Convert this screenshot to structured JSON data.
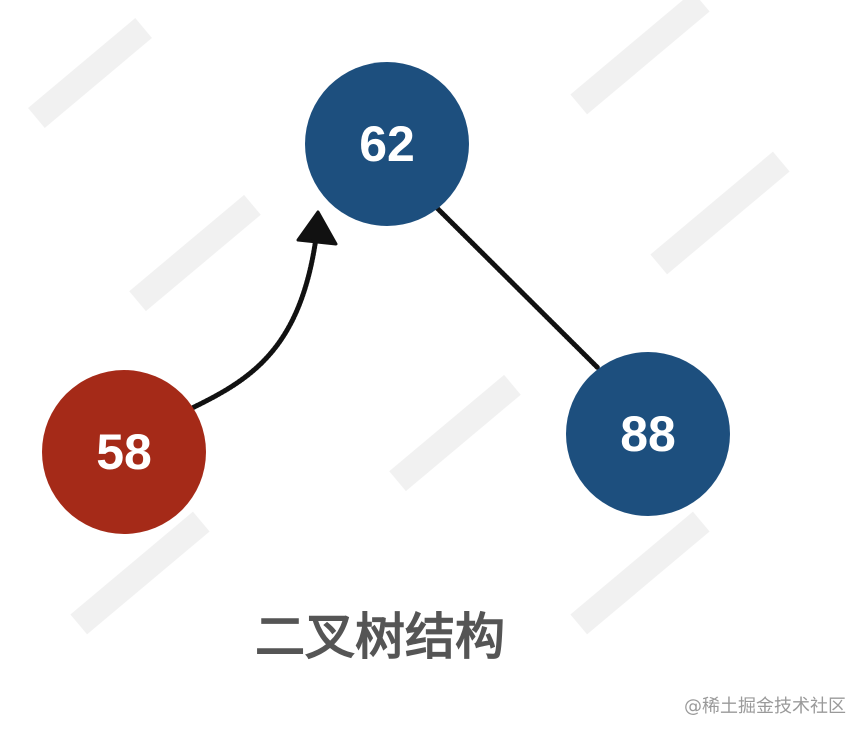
{
  "diagram": {
    "nodes": [
      {
        "id": "62",
        "label": "62",
        "color": "#1D4F7E"
      },
      {
        "id": "58",
        "label": "58",
        "color": "#A52A18"
      },
      {
        "id": "88",
        "label": "88",
        "color": "#1D4F7E"
      }
    ],
    "edges": [
      {
        "from": "58",
        "to": "62",
        "style": "arrow"
      },
      {
        "from": "62",
        "to": "88",
        "style": "line"
      }
    ],
    "caption": "二叉树结构"
  },
  "footer": {
    "credit": "@稀土掘金技术社区"
  },
  "colors": {
    "edge": "#111111",
    "caption": "#555555",
    "credit": "#9A9A9A"
  }
}
